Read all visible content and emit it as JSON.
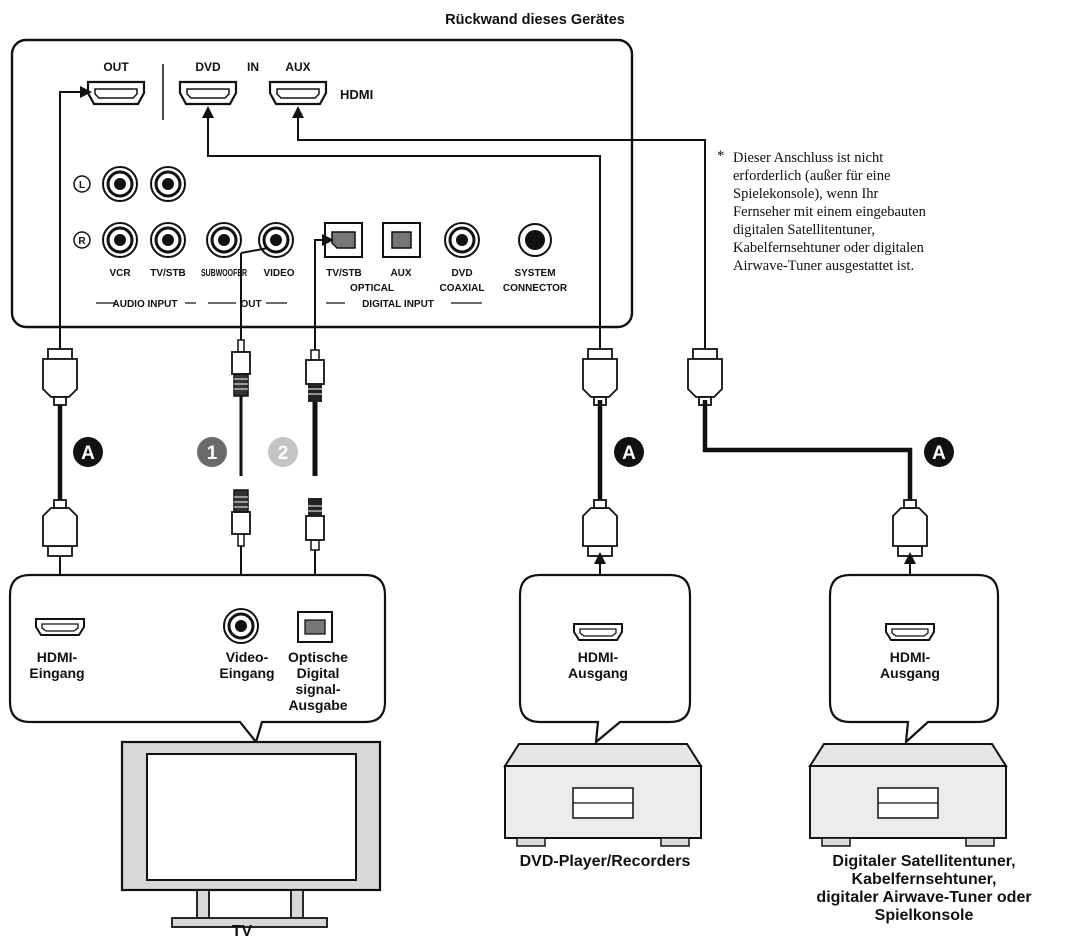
{
  "rear_panel": {
    "title": "Rückwand dieses Gerätes",
    "hdmi_out": "OUT",
    "hdmi_dvd": "DVD",
    "hdmi_in": "IN",
    "hdmi_aux": "AUX",
    "hdmi_label": "HDMI",
    "left_marker": "L",
    "right_marker": "R",
    "vcr": "VCR",
    "tvstb": "TV/STB",
    "subwoofer": "SUBWOOFER",
    "video": "VIDEO",
    "opt_tvstb": "TV/STB",
    "opt_aux": "AUX",
    "optical": "OPTICAL",
    "dvd": "DVD",
    "coaxial": "COAXIAL",
    "system": "SYSTEM",
    "connector": "CONNECTOR",
    "audio_input": "AUDIO INPUT",
    "out_partial": "OUT",
    "digital_input": "DIGITAL INPUT"
  },
  "footnote": {
    "marker": "*",
    "lines": [
      "Dieser Anschluss ist nicht",
      "erforderlich (außer für eine",
      "Spielekonsole), wenn Ihr",
      "Fernseher mit einem eingebauten",
      "digitalen Satellitentuner,",
      "Kabelfernsehtuner oder digitalen",
      "Airwave-Tuner ausgestattet ist."
    ]
  },
  "badges": {
    "a": "A",
    "one": "1",
    "two": "2"
  },
  "tv_box": {
    "hdmi_l1": "HDMI-",
    "hdmi_l2": "Eingang",
    "video_l1": "Video-",
    "video_l2": "Eingang",
    "opt_l1": "Optische",
    "opt_l2": "Digital",
    "opt_l3": "signal-",
    "opt_l4": "Ausgabe"
  },
  "dvd_box": {
    "l1": "HDMI-",
    "l2": "Ausgang"
  },
  "sat_box": {
    "l1": "HDMI-",
    "l2": "Ausgang"
  },
  "devices": {
    "tv": "TV",
    "dvd": "DVD-Player/Recorders",
    "sat_lines": [
      "Digitaler Satellitentuner,",
      "Kabelfernsehtuner,",
      "digitaler Airwave-Tuner oder",
      "Spielkonsole"
    ]
  }
}
